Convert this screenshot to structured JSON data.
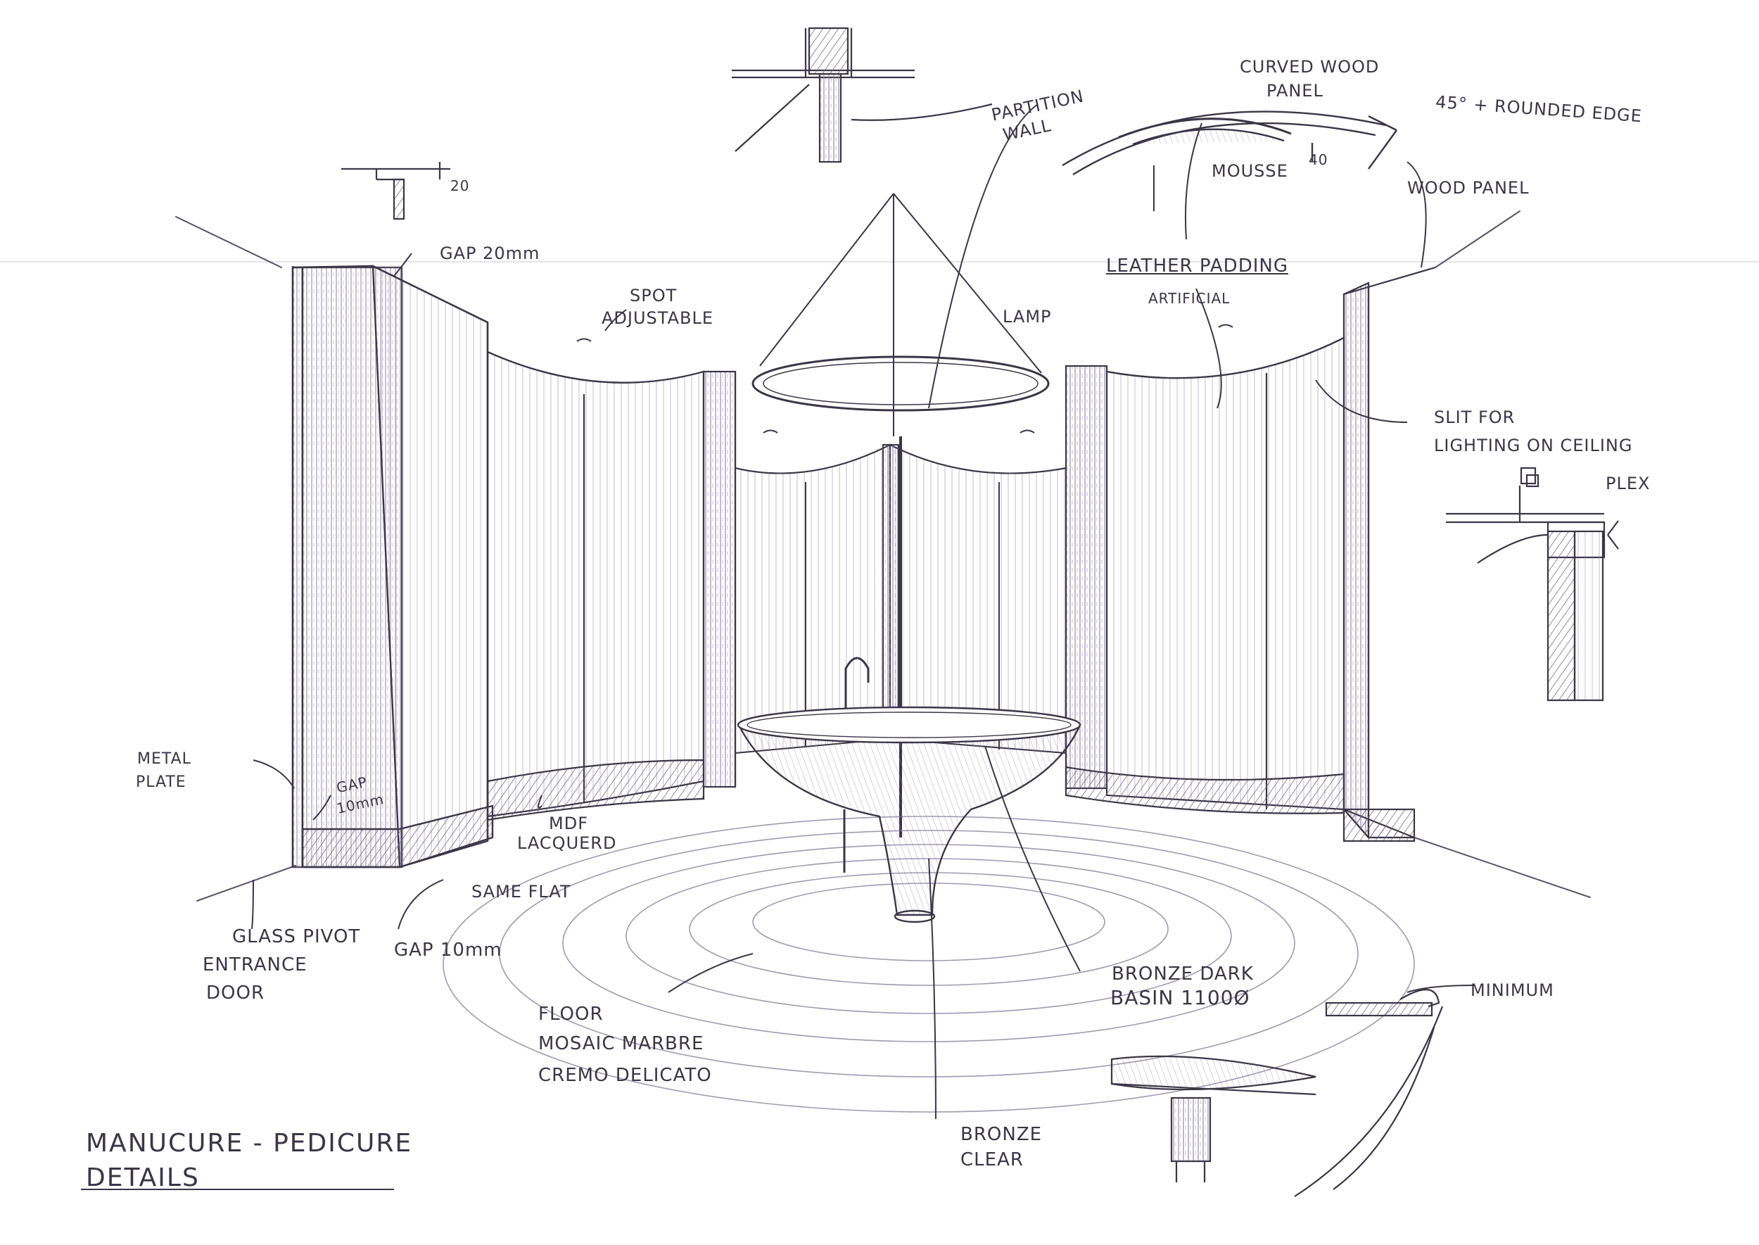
{
  "sheet": {
    "title_line1": "MANUCURE - PEDICURE",
    "title_line2": "DETAILS"
  },
  "labels": {
    "dim_20": "20",
    "gap_20mm": "GAP 20mm",
    "spot_line1": "SPOT",
    "spot_line2": "ADJUSTABLE",
    "lamp": "LAMP",
    "partition_line1": "PARTITION",
    "partition_line2": "WALL",
    "curved_wood_line1": "CURVED WOOD",
    "curved_wood_line2": "PANEL",
    "rounded_edge": "45° + ROUNDED EDGE",
    "mousse": "MOUSSE",
    "dim_40": "40",
    "wood_panel": "WOOD PANEL",
    "leather_padding": "LEATHER PADDING",
    "artificial": "ARTIFICIAL",
    "slit_line1": "SLIT FOR",
    "slit_line2": "LIGHTING ON CEILING",
    "plex": "PLEX",
    "metal_plate_line1": "METAL",
    "metal_plate_line2": "PLATE",
    "gap_10mm_small_line1": "GAP",
    "gap_10mm_small_line2": "10mm",
    "mdf_line1": "MDF",
    "mdf_line2": "LACQUERD",
    "same_flat": "SAME FLAT",
    "glass_line1": "GLASS PIVOT",
    "glass_line2": "ENTRANCE",
    "glass_line3": "DOOR",
    "gap_10mm": "GAP 10mm",
    "floor_line1": "FLOOR",
    "floor_line2": "MOSAIC MARBRE",
    "floor_line3": "CREMO DELICATO",
    "bronze_dark_line1": "BRONZE DARK",
    "bronze_dark_line2": "BASIN 1100Ø",
    "bronze_clear_line1": "BRONZE",
    "bronze_clear_line2": "CLEAR",
    "minimum": "MINIMUM"
  },
  "colors": {
    "ink": "#3b3646",
    "shade": "#8f84a6",
    "paper": "#ffffff"
  }
}
